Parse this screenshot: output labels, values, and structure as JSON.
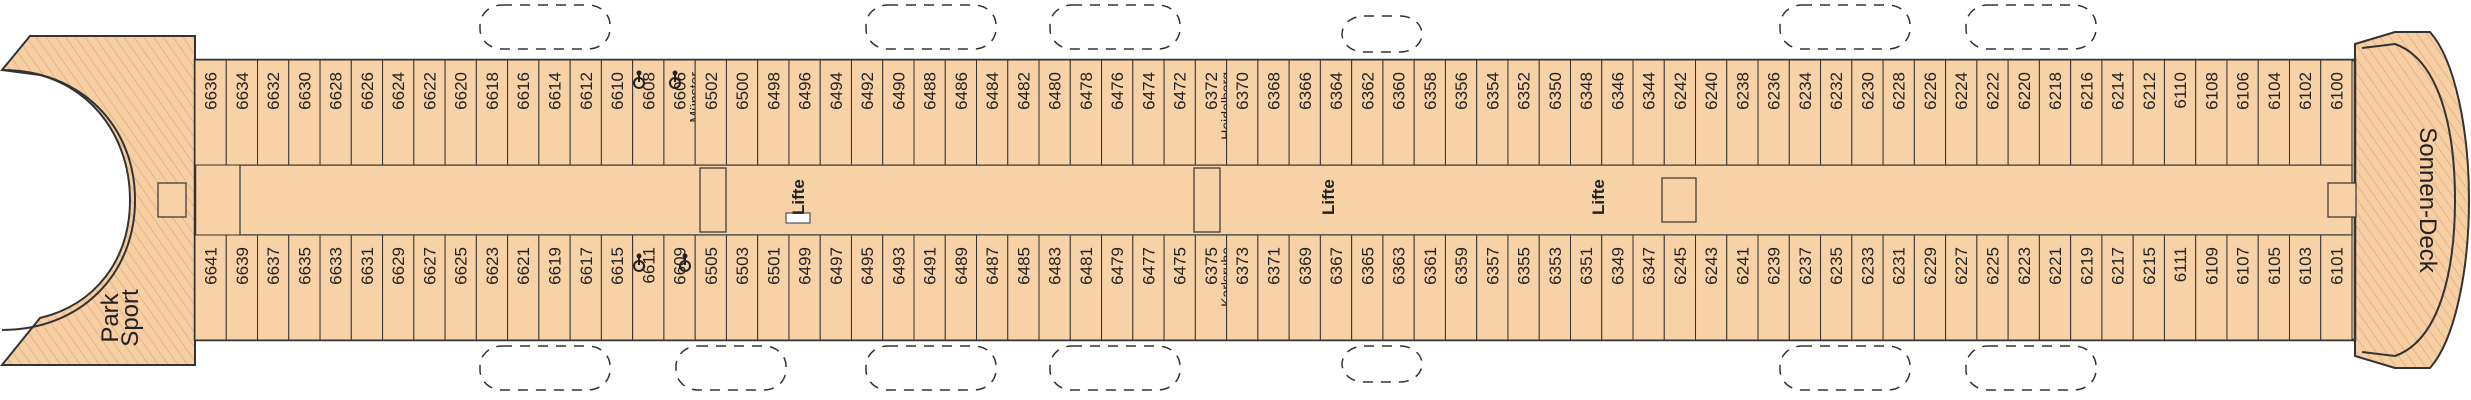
{
  "areas": {
    "sport_park": [
      "Sport",
      "Park"
    ],
    "sonnen_deck": "Sonnen-Deck",
    "lift_label": "Lifte"
  },
  "colors": {
    "cabin": "#f7d2a6",
    "outline": "#333333",
    "deck_wood": "#f4c49a"
  },
  "icons": [
    "wheelchair-icon"
  ],
  "cabins_top": [
    "6636",
    "6634",
    "6632",
    "6630",
    "6628",
    "6626",
    "6624",
    "6622",
    "6620",
    "6618",
    "6616",
    "6614",
    "6612",
    "6610",
    "6608",
    "6606",
    "6502",
    "6500",
    "6498",
    "6496",
    "6494",
    "6492",
    "6490",
    "6488",
    "6486",
    "6484",
    "6482",
    "6480",
    "6478",
    "6476",
    "6474",
    "6472",
    "6372",
    "6370",
    "6368",
    "6366",
    "6364",
    "6362",
    "6360",
    "6358",
    "6356",
    "6354",
    "6352",
    "6350",
    "6348",
    "6346",
    "6344",
    "6242",
    "6240",
    "6238",
    "6236",
    "6234",
    "6232",
    "6230",
    "6228",
    "6226",
    "6224",
    "6222",
    "6220",
    "6218",
    "6216",
    "6214",
    "6212",
    "6110",
    "6108",
    "6106",
    "6104",
    "6102",
    "6100"
  ],
  "cabins_bottom": [
    "6641",
    "6639",
    "6637",
    "6635",
    "6633",
    "6631",
    "6629",
    "6627",
    "6625",
    "6623",
    "6621",
    "6619",
    "6617",
    "6615",
    "6611",
    "6609",
    "6505",
    "6503",
    "6501",
    "6499",
    "6497",
    "6495",
    "6493",
    "6491",
    "6489",
    "6487",
    "6485",
    "6483",
    "6481",
    "6479",
    "6477",
    "6475",
    "6375",
    "6373",
    "6371",
    "6369",
    "6367",
    "6365",
    "6363",
    "6361",
    "6359",
    "6357",
    "6355",
    "6353",
    "6351",
    "6349",
    "6347",
    "6245",
    "6243",
    "6241",
    "6239",
    "6237",
    "6235",
    "6233",
    "6231",
    "6229",
    "6227",
    "6225",
    "6223",
    "6221",
    "6219",
    "6217",
    "6215",
    "6111",
    "6109",
    "6107",
    "6105",
    "6103",
    "6101"
  ],
  "suite_names": {
    "6606": "Münster",
    "6372": "Heidelberg",
    "6375": "Karlsruhe"
  }
}
